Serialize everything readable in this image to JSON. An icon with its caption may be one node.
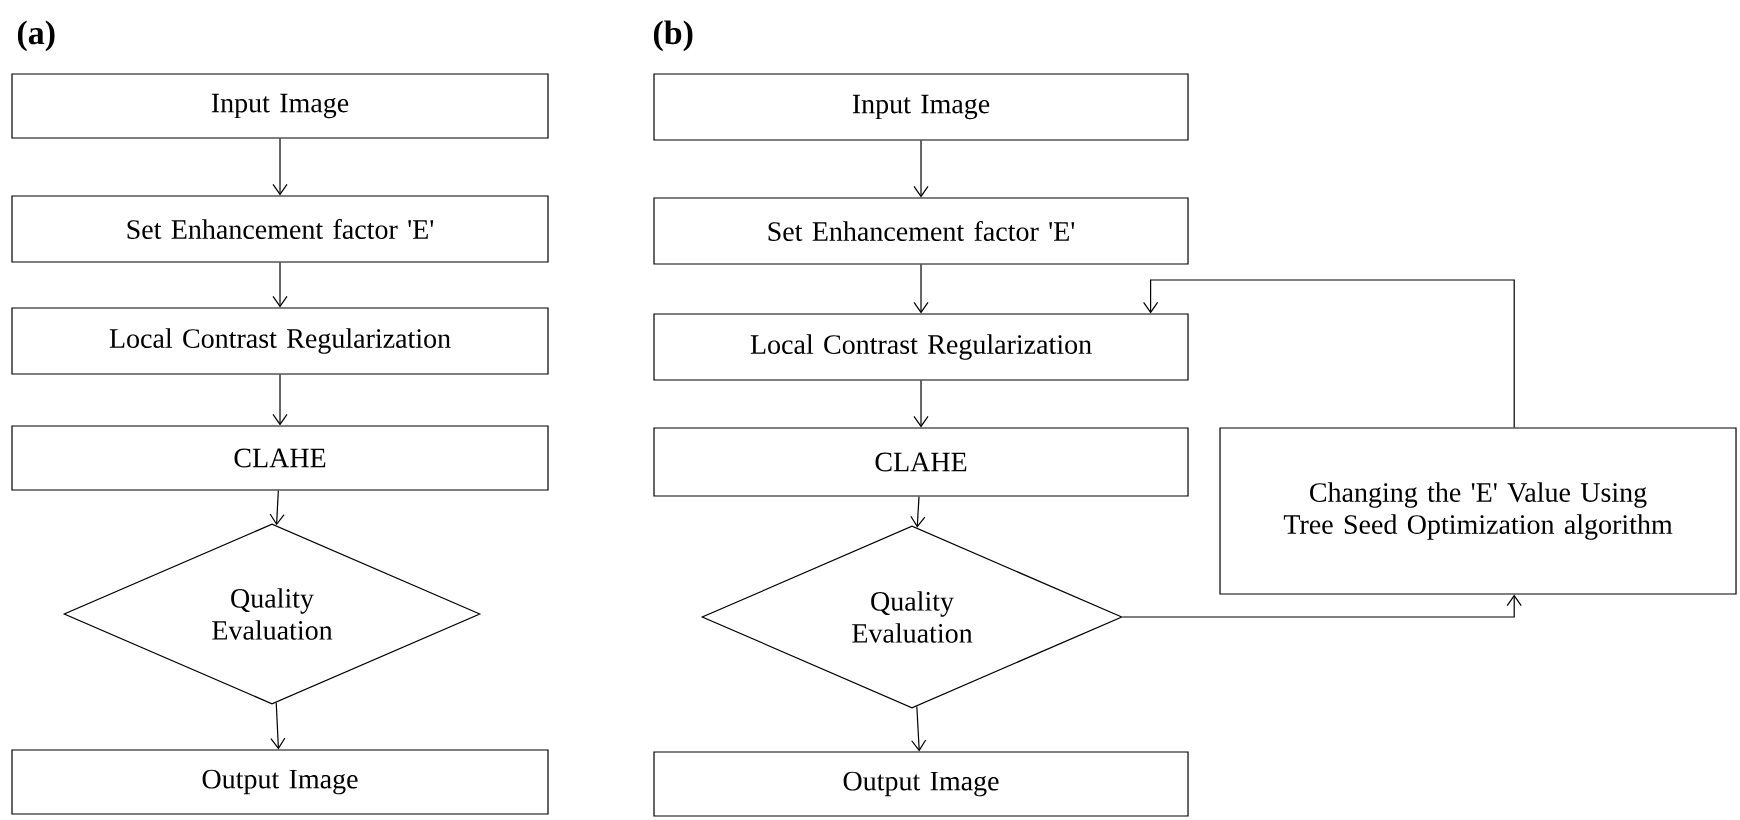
{
  "diagram": {
    "nodes": [
      {
        "text": [
          "Input Image"
        ]
      },
      {
        "text": [
          "Set Enhancement factor 'E'"
        ]
      },
      {
        "text": [
          "Local Contrast Regularization"
        ]
      },
      {
        "text": [
          "CLAHE"
        ]
      },
      {
        "text": [
          "Quality Evaluation"
        ]
      },
      {
        "text": [
          "Output Image"
        ]
      },
      {
        "text": [
          "Input Image"
        ]
      },
      {
        "text": [
          "Set Enhancement factor 'E'"
        ]
      },
      {
        "text": [
          "Local Contrast Regularization"
        ]
      },
      {
        "text": [
          "CLAHE"
        ]
      },
      {
        "text": [
          "Quality Evaluation"
        ]
      },
      {
        "text": [
          "Output Image"
        ]
      },
      {
        "text": [
          "Changing the 'E' Value Using Tree Seed Optimization algorithm"
        ]
      }
    ],
    "edges": [
      {
        "from": 0,
        "to": 1,
        "arrow": "to"
      },
      {
        "from": 1,
        "to": 2,
        "arrow": "to"
      },
      {
        "from": 2,
        "to": 3,
        "arrow": "to"
      },
      {
        "from": 3,
        "to": 4,
        "arrow": "to"
      },
      {
        "from": 4,
        "to": 5,
        "arrow": "to"
      },
      {
        "from": 6,
        "to": 7,
        "arrow": "to"
      },
      {
        "from": 7,
        "to": 8,
        "arrow": "to"
      },
      {
        "from": 8,
        "to": 9,
        "arrow": "to"
      },
      {
        "from": 9,
        "to": 10,
        "arrow": "to"
      },
      {
        "from": 10,
        "to": 11,
        "arrow": "to"
      },
      {
        "from": 10,
        "to": 12,
        "arrow": "to"
      },
      {
        "from": 12,
        "to": 8,
        "arrow": "to"
      }
    ],
    "labels": [
      "(a)",
      "(b)"
    ]
  }
}
